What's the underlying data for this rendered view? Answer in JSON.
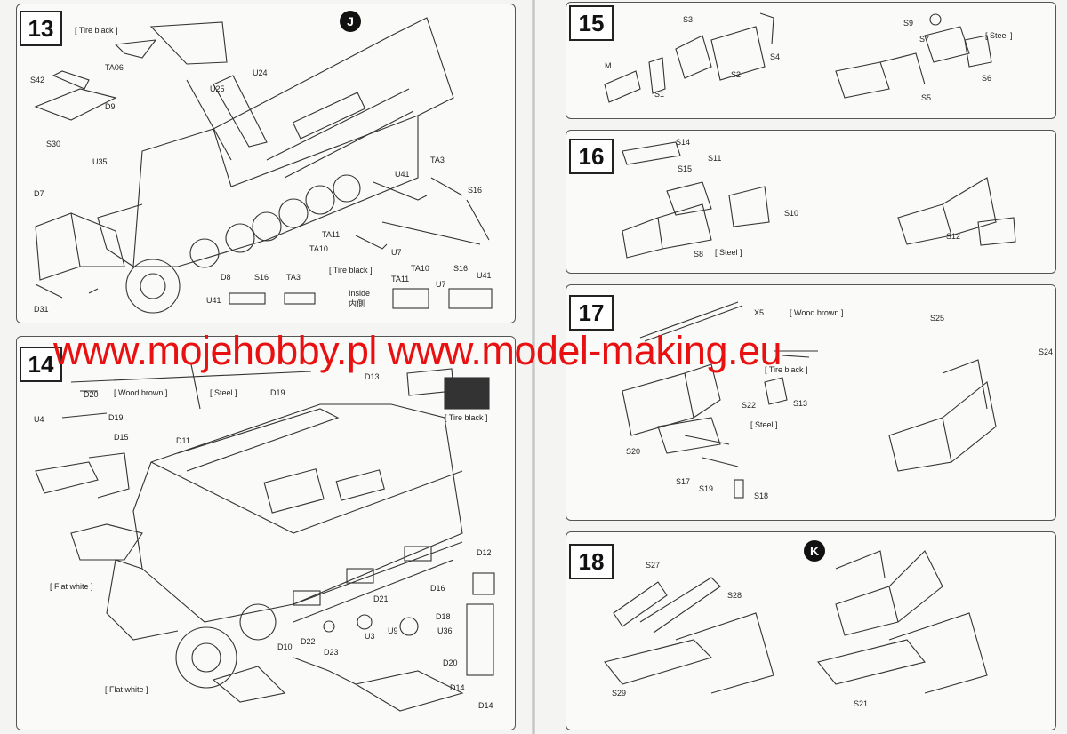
{
  "watermark": "www.mojehobby.pl www.model-making.eu",
  "steps": [
    {
      "number": "13",
      "labels": [
        "[ Tire black ]",
        "S42",
        "TA06",
        "S30",
        "D9",
        "U25",
        "U24",
        "U35",
        "D7",
        "D31",
        "D8",
        "U41",
        "S16",
        "TA3",
        "Inside",
        "内側",
        "TA10",
        "TA11",
        "U7",
        "[ Tire black ]",
        "U41",
        "TA3",
        "S16",
        "TA11",
        "TA10",
        "U7",
        "S16",
        "U41"
      ],
      "callout": "J"
    },
    {
      "number": "14",
      "labels": [
        "D20",
        "[ Wood brown ]",
        "[ Steel ]",
        "D19",
        "D13",
        "[ Tire black ]",
        "U4",
        "D19",
        "D15",
        "D11",
        "[ Flat white ]",
        "[ Flat white ]",
        "D12",
        "D16",
        "D18",
        "D21",
        "U36",
        "D22",
        "D10",
        "U3",
        "U9",
        "D23",
        "D20",
        "D14",
        "D14"
      ]
    },
    {
      "number": "15",
      "labels": [
        "M",
        "S1",
        "S2",
        "S3",
        "S4",
        "S9",
        "S7",
        "[ Steel ]",
        "S5",
        "S6"
      ]
    },
    {
      "number": "16",
      "labels": [
        "S14",
        "S15",
        "S11",
        "S10",
        "S8",
        "[ Steel ]",
        "S12"
      ]
    },
    {
      "number": "17",
      "labels": [
        "X5",
        "[ Wood brown ]",
        "S25",
        "S24",
        "[ Tire black ]",
        "S22",
        "S13",
        "[ Steel ]",
        "S20",
        "S17",
        "S19",
        "S18"
      ]
    },
    {
      "number": "18",
      "labels": [
        "S27",
        "S28",
        "S29",
        "S21"
      ],
      "callout": "K"
    }
  ]
}
